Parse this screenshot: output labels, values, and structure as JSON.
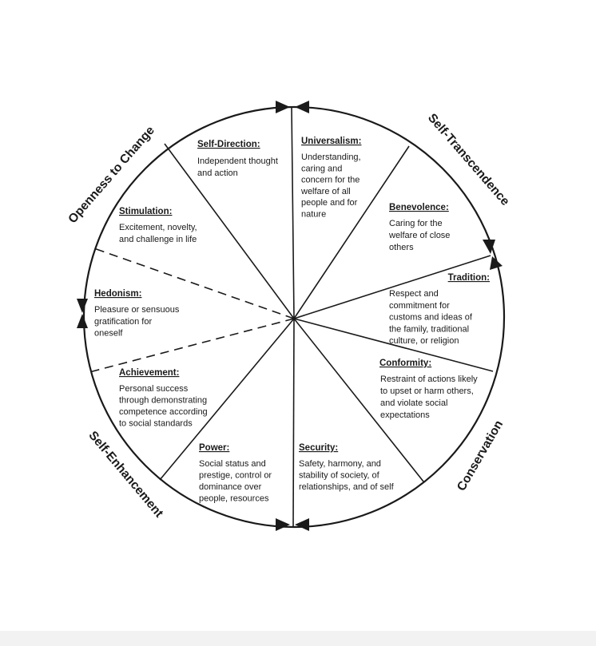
{
  "values": [
    {
      "key": "self_direction",
      "title": "Self-Direction:",
      "lines": [
        "Independent thought",
        "and action"
      ]
    },
    {
      "key": "universalism",
      "title": "Universalism:",
      "lines": [
        "Understanding,",
        "caring and",
        "concern for the",
        "welfare of all",
        "people and for",
        "nature"
      ]
    },
    {
      "key": "benevolence",
      "title": "Benevolence:",
      "lines": [
        "Caring for the",
        "welfare of close",
        "others"
      ]
    },
    {
      "key": "tradition",
      "title": "Tradition:",
      "lines": [
        "Respect and",
        "commitment for",
        "customs and ideas of",
        "the family, traditional",
        "culture, or religion"
      ]
    },
    {
      "key": "conformity",
      "title": "Conformity:",
      "lines": [
        "Restraint of actions likely",
        "to upset or harm others,",
        "and violate social",
        "expectations"
      ]
    },
    {
      "key": "security",
      "title": "Security:",
      "lines": [
        "Safety, harmony, and",
        "stability of society, of",
        "relationships, and of self"
      ]
    },
    {
      "key": "power",
      "title": "Power:",
      "lines": [
        "Social status and",
        "prestige, control or",
        "dominance over",
        "people, resources"
      ]
    },
    {
      "key": "achievement",
      "title": "Achievement:",
      "lines": [
        "Personal success",
        "through demonstrating",
        "competence according",
        "to social standards"
      ]
    },
    {
      "key": "hedonism",
      "title": "Hedonism:",
      "lines": [
        "Pleasure or sensuous",
        "gratification for",
        "oneself"
      ]
    },
    {
      "key": "stimulation",
      "title": "Stimulation:",
      "lines": [
        "Excitement, novelty,",
        "and challenge in life"
      ]
    }
  ],
  "higher_order": {
    "openness": "Openness to Change",
    "self_transcendence": "Self-Transcendence",
    "conservation": "Conservation",
    "self_enhancement": "Self-Enhancement"
  },
  "colors": {
    "line": "#1a1a1a",
    "background": "#ffffff",
    "bottom_band": "#f2f2f2"
  }
}
